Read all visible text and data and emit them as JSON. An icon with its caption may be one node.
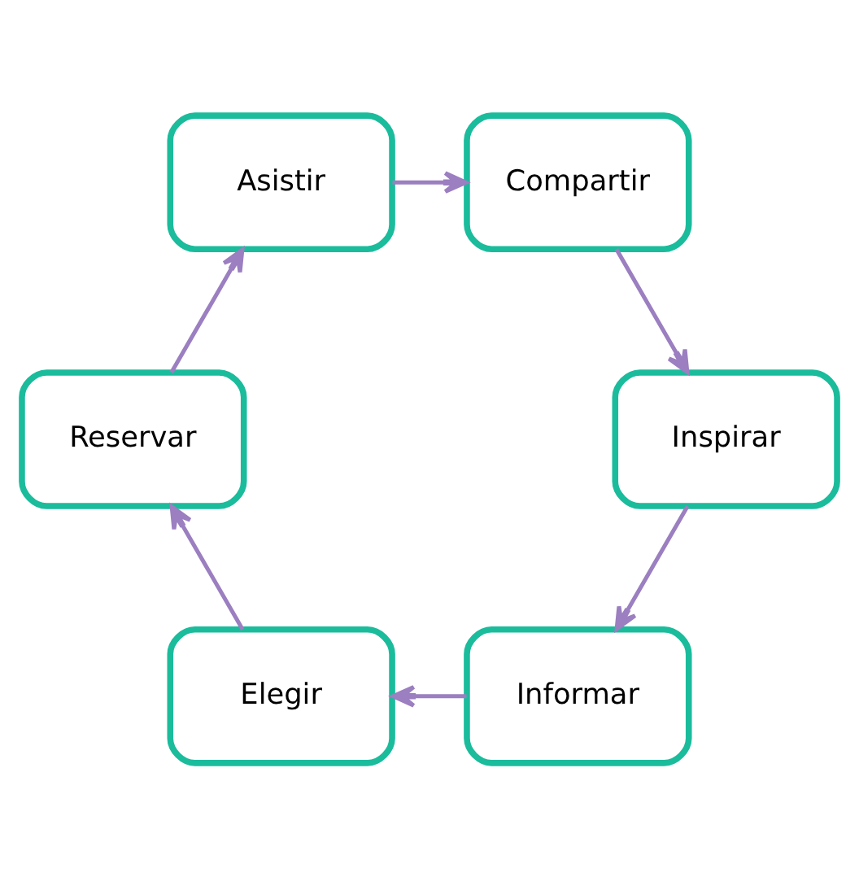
{
  "diagram": {
    "nodes": [
      {
        "text": [
          "Informar"
        ]
      },
      {
        "text": [
          "Inspirar"
        ]
      },
      {
        "text": [
          "Elegir"
        ]
      },
      {
        "text": [
          "Compartir"
        ]
      },
      {
        "text": [
          "Reservar"
        ]
      },
      {
        "text": [
          "Asistir"
        ]
      }
    ],
    "edges": [
      {
        "from": 1,
        "to": 0,
        "arrow": "to"
      },
      {
        "from": 0,
        "to": 2,
        "arrow": "to"
      },
      {
        "from": 2,
        "to": 4,
        "arrow": "to"
      },
      {
        "from": 4,
        "to": 5,
        "arrow": "to"
      },
      {
        "from": 5,
        "to": 3,
        "arrow": "to"
      },
      {
        "from": 3,
        "to": 1,
        "arrow": "to"
      }
    ]
  }
}
